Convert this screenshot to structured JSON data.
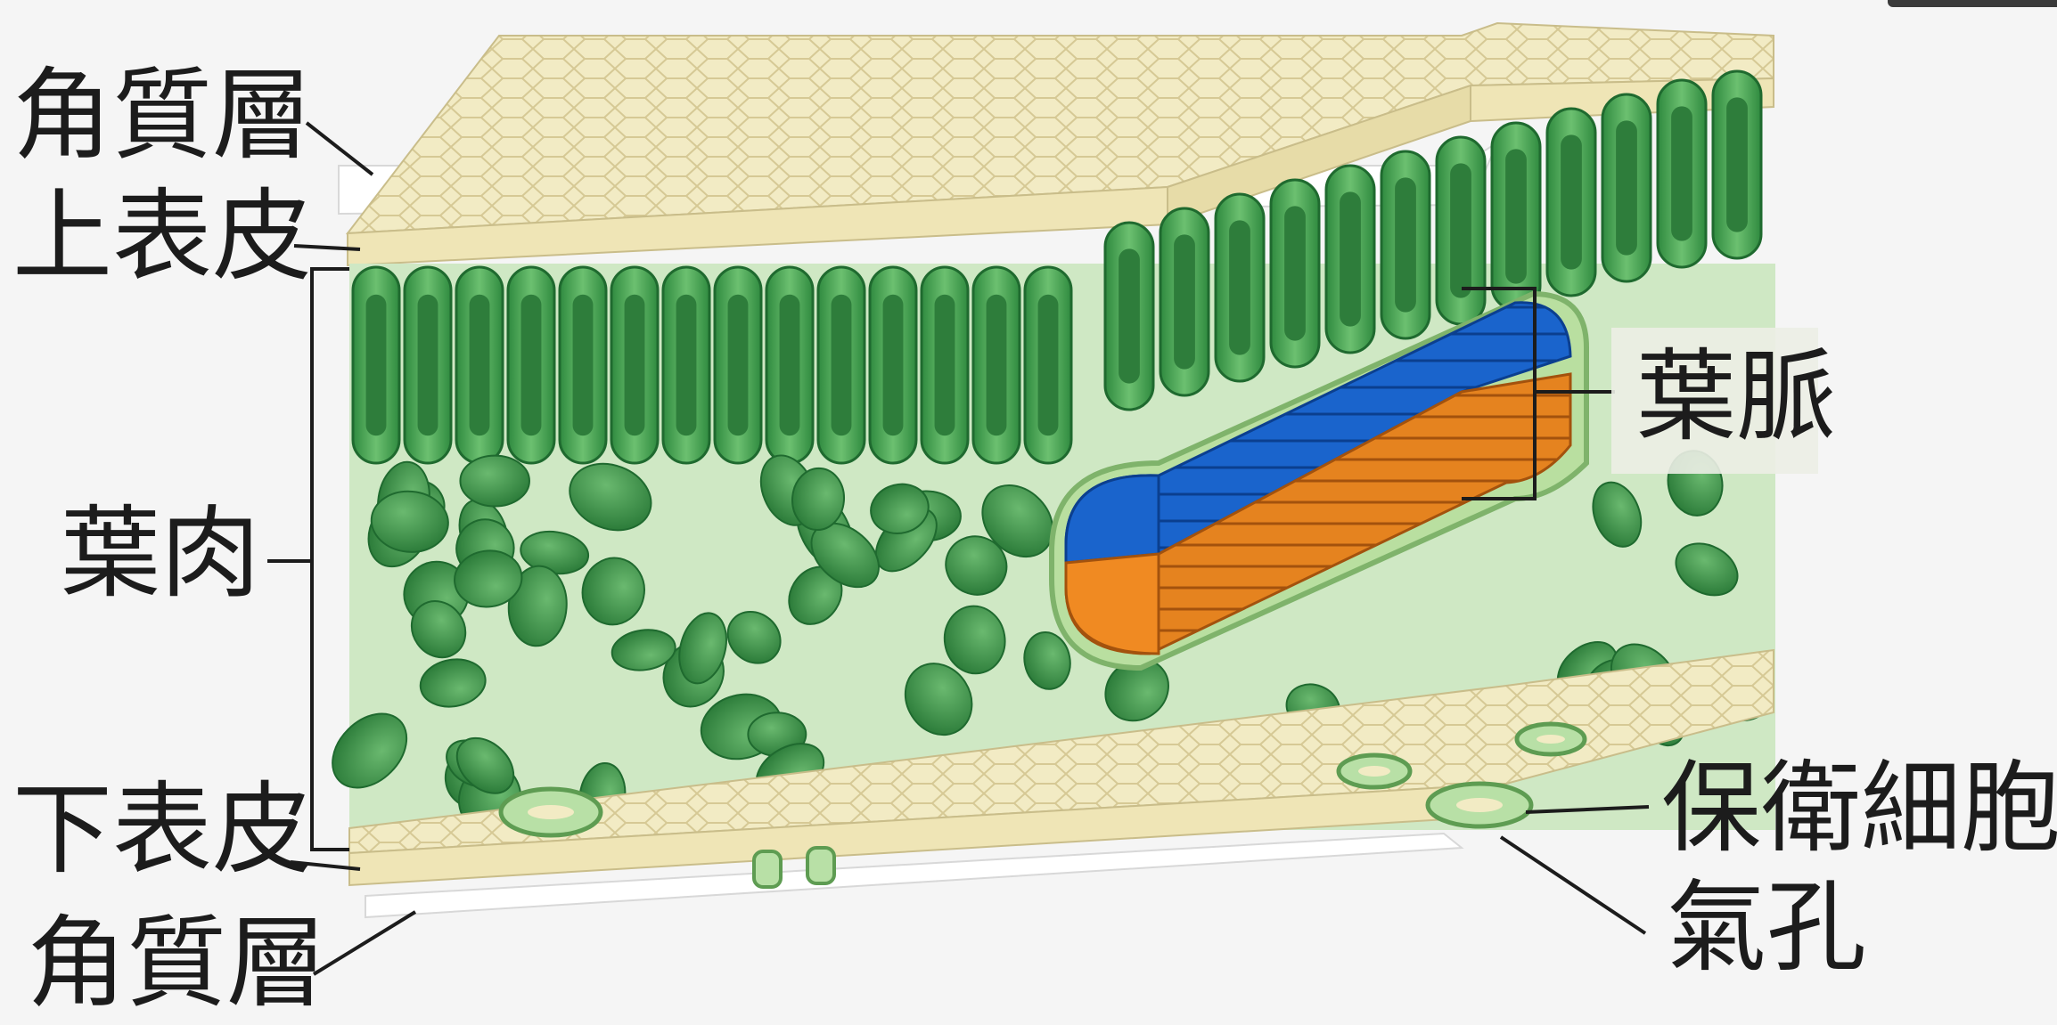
{
  "labels": {
    "cuticle_top": "角質層",
    "upper_epidermis": "上表皮",
    "mesophyll": "葉肉",
    "lower_epidermis": "下表皮",
    "cuticle_bottom": "角質層",
    "vein": "葉脈",
    "guard_cell": "保衛細胞",
    "stoma": "氣孔"
  },
  "colors": {
    "background": "#f5f5f5",
    "epidermis": "#f2ebc4",
    "epidermis_edge": "#c9bd8a",
    "cuticle": "#ffffff",
    "palisade": "#3f9a4c",
    "palisade_dark": "#226b32",
    "spongy": "#3c8e47",
    "xylem": "#1760c7",
    "phloem": "#e07a1a",
    "bundle_sheath": "#b9dfa0",
    "label_line": "#1c1c1c"
  }
}
